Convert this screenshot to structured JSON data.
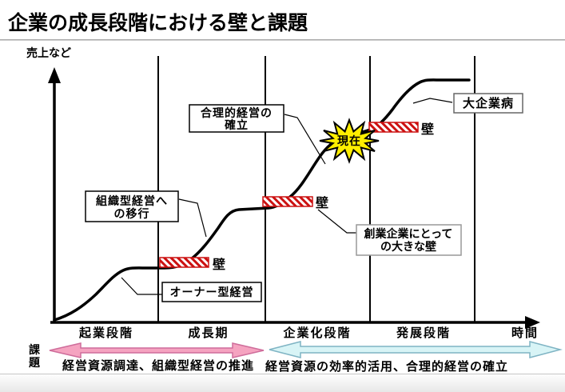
{
  "title": "企業の成長段階における壁と課題",
  "axes": {
    "y_label": "売上など",
    "x_label": "時間"
  },
  "stages": [
    "起業段階",
    "成長期",
    "企業化段階",
    "発展段階"
  ],
  "wall_label": "壁",
  "now_label": "現在",
  "callouts": {
    "owner": "オーナー型経営",
    "org_shift_l1": "組織型経営へ",
    "org_shift_l2": "の移行",
    "rational_l1": "合理的経営の",
    "rational_l2": "確立",
    "big_company_disease": "大企業病",
    "founder_wall_l1": "創業企業にとって",
    "founder_wall_l2": "の大きな壁"
  },
  "challenges": {
    "row_header": "課題",
    "left_phase_text": "経営資源調達、組織型経営の推進",
    "right_phase_text": "経営資源の効率的活用、合理的経営の確立"
  },
  "colors": {
    "wall_stripe_red": "#cc1111",
    "wall_border_red": "#cc1111",
    "wall_text_red": "#ee0000",
    "founder_text_red": "#dd0000",
    "now_fill_yellow": "#ffee00",
    "left_arrow_fill": "#f5a3c0",
    "left_arrow_stroke": "#cf6d9b",
    "right_arrow_fill": "#d8f4f6",
    "right_arrow_stroke": "#7fb4c4"
  }
}
